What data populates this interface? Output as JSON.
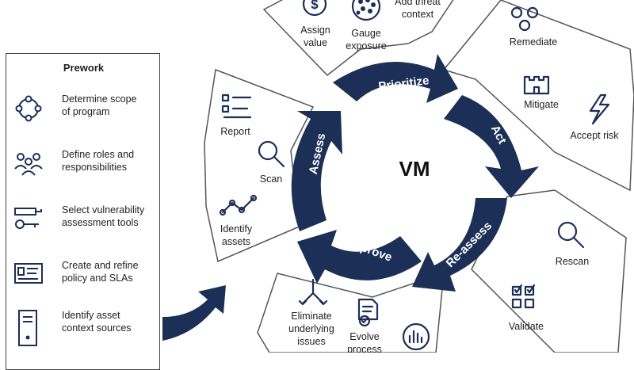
{
  "center": "VM",
  "prework": {
    "title": "Prework",
    "items": [
      {
        "l1": "Determine scope",
        "l2": "of program",
        "icon": "scope-icon"
      },
      {
        "l1": "Define roles and",
        "l2": "responsibilities",
        "icon": "people-icon"
      },
      {
        "l1": "Select vulnerability",
        "l2": "assessment tools",
        "icon": "tools-icon"
      },
      {
        "l1": "Create and refine",
        "l2": "policy and SLAs",
        "icon": "policy-card-icon"
      },
      {
        "l1": "Identify asset",
        "l2": "context sources",
        "icon": "server-icon"
      }
    ]
  },
  "phases": {
    "prioritize": "Prioritize",
    "act": "Act",
    "reassess": "Re-assess",
    "improve": "Improve",
    "assess": "Assess"
  },
  "activities": {
    "assign_value_1": "Assign",
    "assign_value_2": "value",
    "gauge_1": "Gauge",
    "gauge_2": "exposure",
    "threat_1": "Add threat",
    "threat_2": "context",
    "remediate": "Remediate",
    "mitigate": "Mitigate",
    "accept": "Accept risk",
    "rescan": "Rescan",
    "validate": "Validate",
    "eliminate_1": "Eliminate",
    "eliminate_2": "underlying",
    "eliminate_3": "issues",
    "evolve_1": "Evolve",
    "evolve_2": "process",
    "report": "Report",
    "scan": "Scan",
    "identify_1": "Identify",
    "identify_2": "assets"
  },
  "colors": {
    "navy": "#1c2f57",
    "border": "#555555",
    "text": "#222222"
  }
}
